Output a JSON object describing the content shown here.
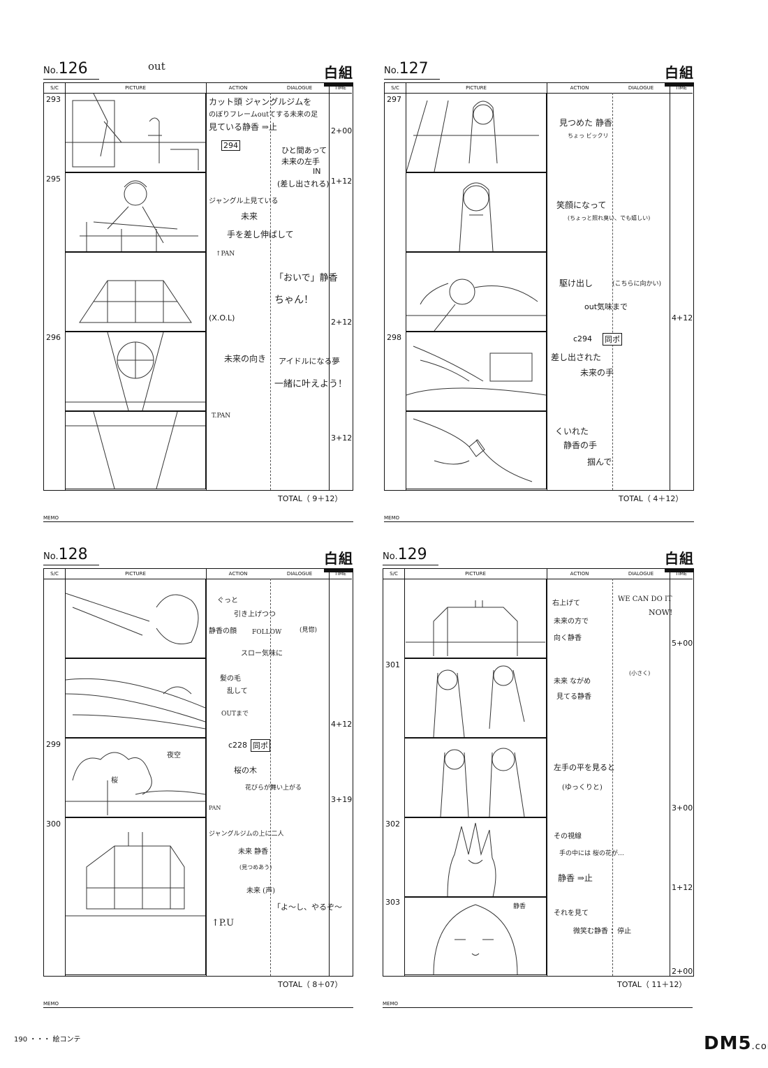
{
  "studio": "白組",
  "header_labels": {
    "sc": "S/C",
    "picture": "PICTURE",
    "action": "ACTION",
    "dialogue": "DIALOGUE",
    "time": "TIME"
  },
  "memo_label": "MEMO",
  "pages": [
    {
      "no_prefix": "No.",
      "no": "126",
      "margin_scribble": "out",
      "cuts": [
        "293",
        "295",
        "296"
      ],
      "notes": [
        "カット頭 ジャングルジムを",
        "のぼりフレームoutてする未来の足",
        "見ている静香 ⇒止",
        "ひと間あって",
        "未来の左手",
        "IN",
        "(差し出される)",
        "ジャングル上見ている",
        "未来",
        "手を差し伸ばして",
        "「おいで」静香",
        "ちゃん！",
        "(X.O.L)",
        "未来の向き",
        "アイドルになる夢",
        "一緒に叶えよう！",
        "T.PAN"
      ],
      "inset_cut": "294",
      "pan_tag": "↑PAN",
      "char_tag": "未来",
      "times": [
        "2+00",
        "1+12",
        "2+12",
        "3+12"
      ],
      "total": "TOTAL（  9＋12）"
    },
    {
      "no_prefix": "No.",
      "no": "127",
      "cuts": [
        "297",
        "298"
      ],
      "notes": [
        "見つめた 静香",
        "ちょっ ビックリ",
        "笑顔になって",
        "(ちょっと照れ臭い、でも嬉しい)",
        "駆け出し",
        "(こちらに向かい)",
        "out気味まで",
        "c294",
        "同ポ",
        "差し出された",
        "未来の手",
        "くいれた",
        "静香の手",
        "掴んで"
      ],
      "times": [
        "4+12"
      ],
      "total": "TOTAL（  4＋12）"
    },
    {
      "no_prefix": "No.",
      "no": "128",
      "cuts": [
        "299",
        "300"
      ],
      "notes": [
        "ぐっと",
        "引き上げつつ",
        "静香の顔",
        "FOLLOW",
        "(見惚)",
        "スロー気味に",
        "髪の毛",
        "乱して",
        "OUTまで",
        "c228",
        "同ポ",
        "桜の木",
        "花びらが舞い上がる",
        "PAN",
        "ジャングルジムの上に二人",
        "未来 静香",
        "(見つめあう)",
        "未来 (声)",
        "「よ〜し、やるぞ〜",
        "↑P.U"
      ],
      "tags": [
        "夜空",
        "桜"
      ],
      "times": [
        "4+12",
        "3+19"
      ],
      "total": "TOTAL（  8＋07）"
    },
    {
      "no_prefix": "No.",
      "no": "129",
      "cuts": [
        "301",
        "302",
        "303"
      ],
      "notes": [
        "右上げて",
        "未来の方で",
        "向く静香",
        "WE CAN DO IT",
        "NOW!",
        "(小さく)",
        "未来 ながめ",
        "見てる静香",
        "左手の平を見ると",
        "(ゆっくりと)",
        "その視線",
        "手の中には 桜の花が…",
        "静香 ⇒止",
        "それを見て",
        "微笑む静香 ：停止"
      ],
      "tags": [
        "静香"
      ],
      "times": [
        "5+00",
        "3+00",
        "1+12",
        "2+00"
      ],
      "total": "TOTAL（ 11＋12）"
    }
  ],
  "footer": "190 ・・・ 絵コンテ",
  "watermark": "DM5",
  "watermark_domain": ".com"
}
